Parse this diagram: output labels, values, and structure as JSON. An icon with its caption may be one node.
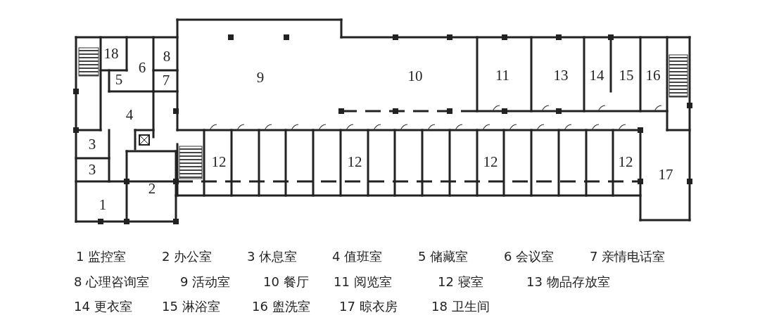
{
  "diagram": {
    "labels": [
      "18",
      "8",
      "6",
      "9",
      "10",
      "11",
      "13",
      "14",
      "15",
      "16",
      "5",
      "7",
      "4",
      "3",
      "12",
      "12",
      "12",
      "12",
      "3",
      "17",
      "2",
      "1",
      "1 监控室",
      "2 办公室",
      "3 休息室",
      "4 值班室",
      "5 储藏室",
      "6 会议室",
      "7 亲情电话室",
      "8 心理咨询室",
      "9 活动室",
      "10 餐厅",
      "11 阅览室",
      "12 寝室",
      "13 物品存放室",
      "14 更衣室",
      "15 淋浴室",
      "16 盥洗室",
      "17 晾衣房",
      "18 卫生间"
    ]
  }
}
